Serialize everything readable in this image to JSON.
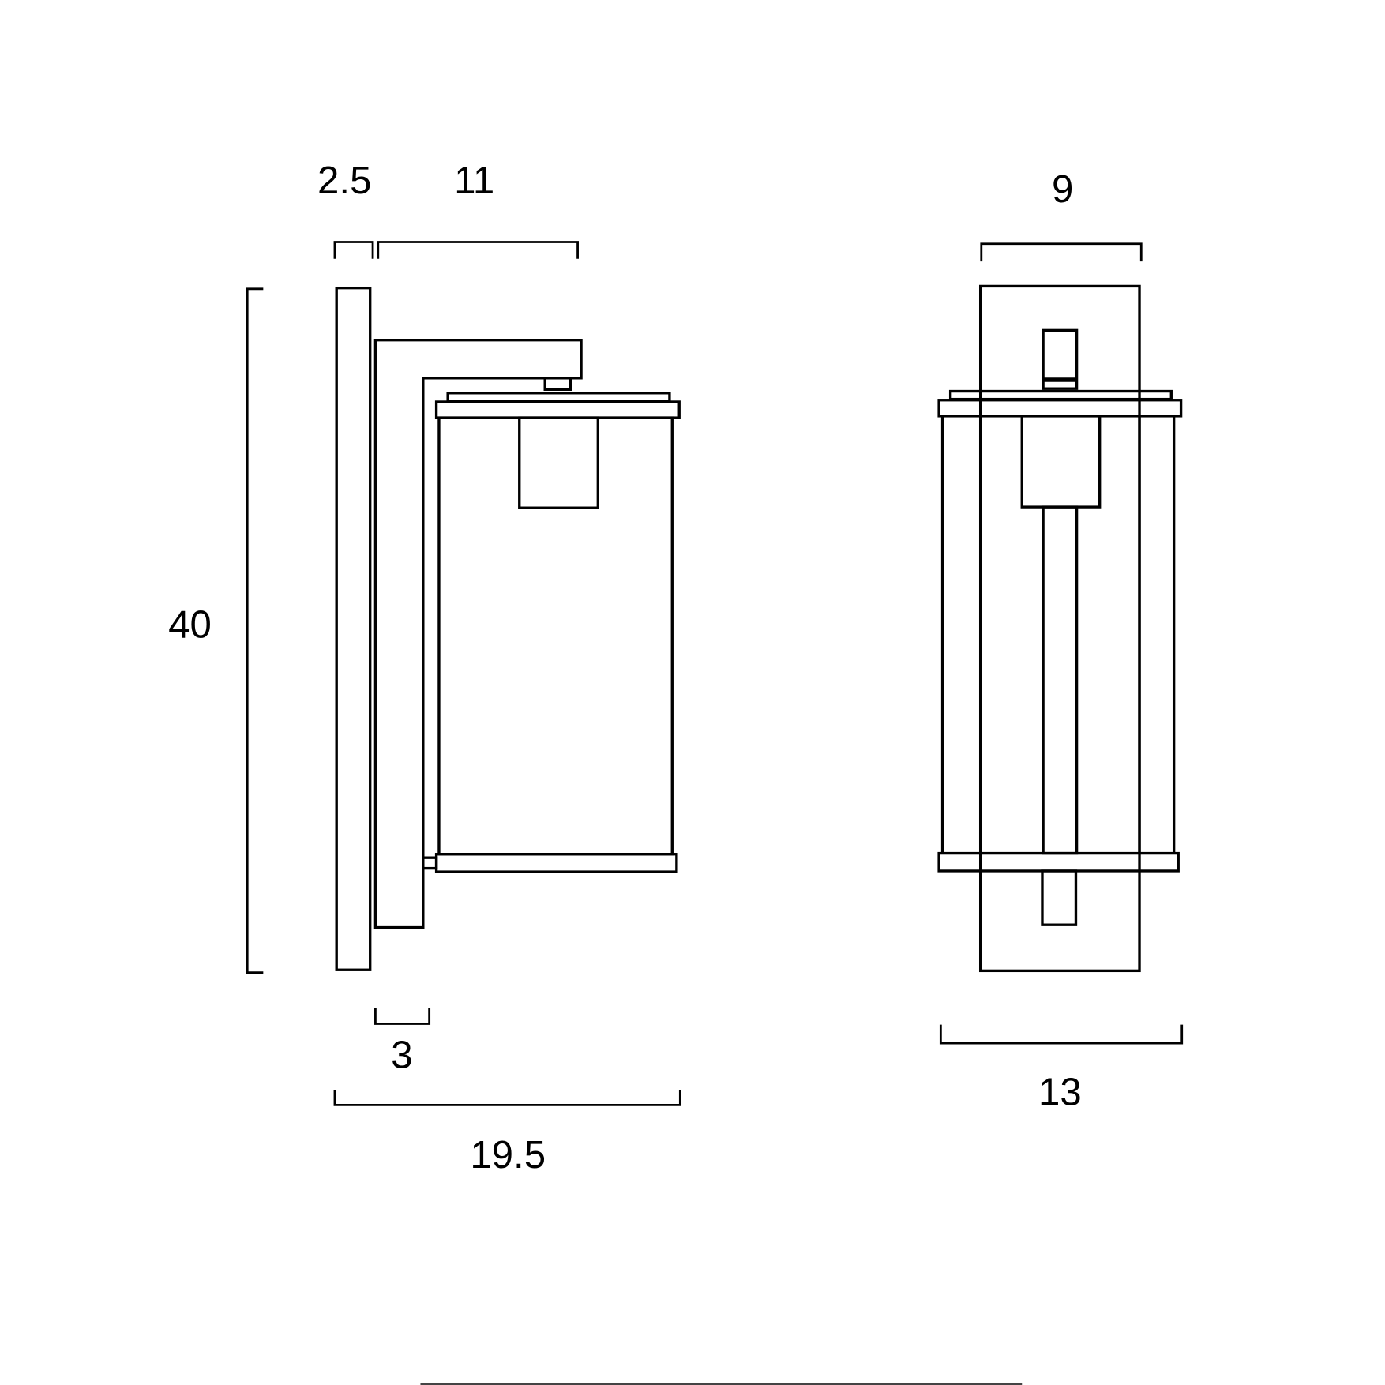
{
  "diagram": {
    "type": "technical dimension drawing",
    "subject": "wall light lantern",
    "colors": {
      "line": "#000000",
      "background": "#ffffff"
    },
    "side_view": {
      "dimensions": {
        "backplate_depth": "2.5",
        "arm_projection": "11",
        "height": "40",
        "bracket_width": "3",
        "overall_depth": "19.5"
      }
    },
    "front_view": {
      "dimensions": {
        "backplate_width": "9",
        "overall_width": "13"
      }
    }
  }
}
